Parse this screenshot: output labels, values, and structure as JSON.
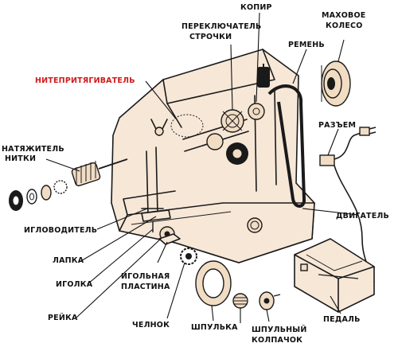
{
  "labels": {
    "kopir": "КОПИР",
    "mahovoe_1": "МАХОВОЕ",
    "mahovoe_2": "КОЛЕСО",
    "pereklyuchatel_1": "ПЕРЕКЛЮЧАТЕЛЬ",
    "pereklyuchatel_2": "СТРОЧКИ",
    "remen": "РЕМЕНЬ",
    "niteprityagivatel": "НИТЕПРИТЯГИВАТЕЛЬ",
    "razem": "РАЗЪЕМ",
    "natyazhitel_1": "НАТЯЖИТЕЛЬ",
    "natyazhitel_2": "НИТКИ",
    "dvigatel": "ДВИГАТЕЛЬ",
    "igolovoditel": "ИГЛОВОДИТЕЛЬ",
    "lapka": "ЛАПКА",
    "igolka": "ИГОЛКА",
    "igolnaya_1": "ИГОЛЬНАЯ",
    "igolnaya_2": "ПЛАСТИНА",
    "reyka": "РЕЙКА",
    "pedal": "ПЕДАЛЬ",
    "chelnok": "ЧЕЛНОК",
    "shpulka": "ШПУЛЬКА",
    "shpulny_1": "ШПУЛЬНЫЙ",
    "shpulny_2": "КОЛПАЧОК"
  },
  "colors": {
    "label_text": "#111111",
    "label_highlight": "#d11a1a",
    "line_art": "#1a1a1a",
    "part_tint": "#f1dcc4",
    "background": "#ffffff"
  }
}
